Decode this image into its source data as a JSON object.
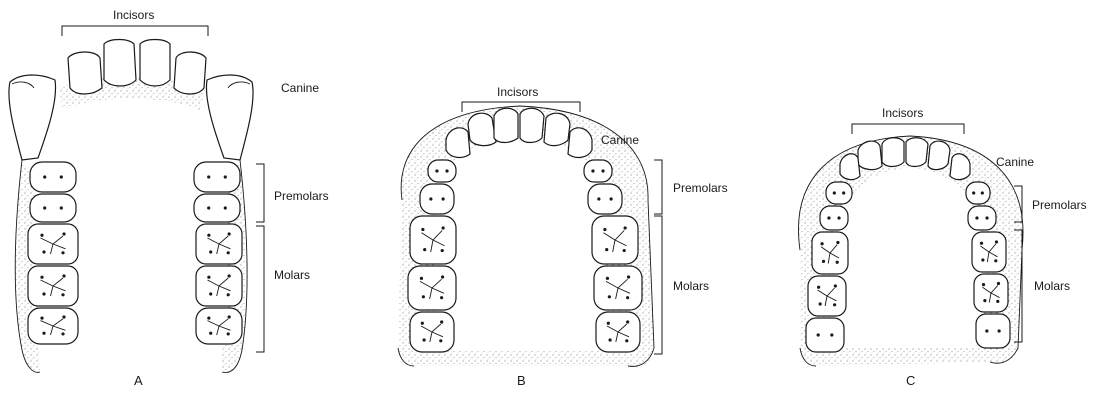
{
  "panels": [
    {
      "id": "A",
      "letter": "A",
      "incisors": "Incisors",
      "canine": "Canine",
      "premolars": "Premolars",
      "molars": "Molars"
    },
    {
      "id": "B",
      "letter": "B",
      "incisors": "Incisors",
      "canine": "Canine",
      "premolars": "Premolars",
      "molars": "Molars"
    },
    {
      "id": "C",
      "letter": "C",
      "incisors": "Incisors",
      "canine": "Canine",
      "premolars": "Premolars",
      "molars": "Molars"
    }
  ],
  "colors": {
    "ink": "#1a1a1a",
    "stipple": "#8a8a8a",
    "background": "#ffffff"
  }
}
